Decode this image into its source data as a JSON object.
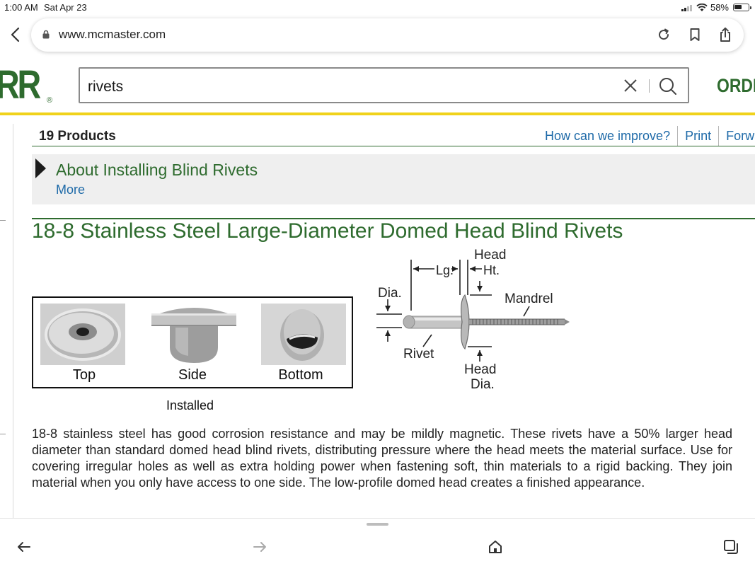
{
  "status_bar": {
    "time": "1:00 AM",
    "date": "Sat Apr 23",
    "battery_text": "58%",
    "battery_level": 0.58
  },
  "browser": {
    "url": "www.mcmaster.com",
    "icons": [
      "chevron-left-icon",
      "lock-icon",
      "reload-icon",
      "bookmark-icon",
      "share-icon"
    ]
  },
  "site_header": {
    "logo_text": "RR",
    "logo_mark": "®",
    "search_value": "rivets",
    "order_label": "ORDER",
    "brand_color": "#2e6b2e",
    "accent_color": "#f0d21b"
  },
  "content": {
    "products_count": "19 Products",
    "help_links": [
      "How can we improve?",
      "Print",
      "Forward"
    ],
    "about": {
      "title": "About Installing Blind Rivets",
      "more": "More"
    },
    "section_title": "18-8 Stainless Steel Large-Diameter Domed Head Blind Rivets",
    "photos": {
      "labels": [
        "Top",
        "Side",
        "Bottom"
      ],
      "caption": "Installed"
    },
    "diagram": {
      "labels": {
        "head": "Head",
        "lg": "Lg.",
        "ht": "Ht.",
        "dia": "Dia.",
        "mandrel": "Mandrel",
        "rivet": "Rivet",
        "head_dia_1": "Head",
        "head_dia_2": "Dia."
      }
    },
    "description": "18-8 stainless steel has good corrosion resistance and may be mildly magnetic. These rivets have a 50% larger head diameter than standard domed head blind rivets, distributing pressure where the head meets the material surface. Use for covering irregular holes as well as extra holding power when fastening soft, thin materials to a rigid backing. They join material when you only have access to one side. The low-profile domed head creates a finished appearance."
  },
  "link_color": "#1e6aa8",
  "bottom_toolbar": {
    "icons": [
      "back-arrow-icon",
      "forward-arrow-icon",
      "home-icon",
      "tabs-icon"
    ]
  }
}
